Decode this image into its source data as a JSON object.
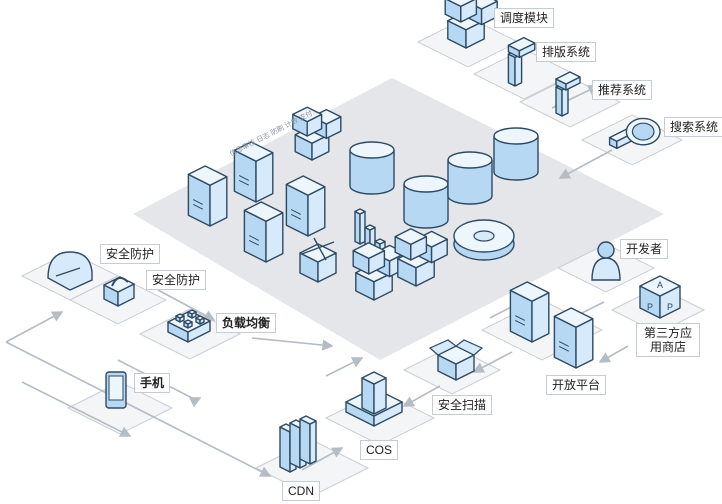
{
  "colors": {
    "outline": "#2d4a63",
    "top": "#eef6fd",
    "left": "#b7d8f3",
    "right": "#d6eafb",
    "platform": "#e4e6e9",
    "tile": "#f4f5f7",
    "tileStroke": "#c9ced4",
    "arrow": "#b4bcc4"
  },
  "caption": "信息审核 日志 防刷 计数 支付…",
  "labels": {
    "scheduling": "调度模块",
    "typesetting": "排版系统",
    "recommend": "推荐系统",
    "search": "搜索系统",
    "security1": "安全防护",
    "security2": "安全防护",
    "loadBalance": "负载均衡",
    "developer": "开发者",
    "thirdParty": "第三方应用商店",
    "openPlatform": "开放平台",
    "mobile": "手机",
    "securityScan": "安全扫描",
    "cos": "COS",
    "cdn": "CDN"
  },
  "nodes": [
    {
      "name": "scheduling-cube-icon",
      "icon": "cube-cluster",
      "label": "scheduling"
    },
    {
      "name": "typesetting-letters-icon",
      "icon": "letters",
      "label": "typesetting"
    },
    {
      "name": "recommend-letters-icon",
      "icon": "letters",
      "label": "recommend"
    },
    {
      "name": "search-magnifier-icon",
      "icon": "magnifier",
      "label": "search"
    },
    {
      "name": "firewall-shield-icon",
      "icon": "shield",
      "label": "security1"
    },
    {
      "name": "security-lock-icon",
      "icon": "lock",
      "label": "security2"
    },
    {
      "name": "load-balancer-icon",
      "icon": "network",
      "label": "loadBalance"
    },
    {
      "name": "developer-person-icon",
      "icon": "person",
      "label": "developer"
    },
    {
      "name": "app-store-cube-icon",
      "icon": "app-cube",
      "label": "thirdParty"
    },
    {
      "name": "open-platform-server-icon",
      "icon": "server",
      "label": "openPlatform"
    },
    {
      "name": "mobile-phone-icon",
      "icon": "phone",
      "label": "mobile"
    },
    {
      "name": "security-scan-box-icon",
      "icon": "box",
      "label": "securityScan"
    },
    {
      "name": "cos-storage-icon",
      "icon": "storage",
      "label": "cos"
    },
    {
      "name": "cdn-server-icon",
      "icon": "cdn",
      "label": "cdn"
    },
    {
      "name": "platform-server-icon",
      "icon": "server"
    },
    {
      "name": "platform-database-icon",
      "icon": "database"
    },
    {
      "name": "platform-gear-icon",
      "icon": "gear"
    },
    {
      "name": "platform-bars-icon",
      "icon": "bars"
    },
    {
      "name": "platform-cube-icon",
      "icon": "cube-cluster"
    },
    {
      "name": "platform-star-node-icon",
      "icon": "star-node"
    }
  ],
  "edges": [
    {
      "name": "edge-search-to-platform",
      "from": "search",
      "to": "platform"
    },
    {
      "name": "edge-platform-to-recommend",
      "from": "platform",
      "to": "recommend"
    },
    {
      "name": "edge-mobile-to-security",
      "from": "mobile",
      "to": "security1"
    },
    {
      "name": "edge-mobile-to-cdn",
      "from": "mobile",
      "to": "cdn"
    },
    {
      "name": "edge-cdn-to-cos",
      "from": "cdn",
      "to": "cos"
    },
    {
      "name": "edge-scan-to-cos",
      "from": "securityScan",
      "to": "cos"
    },
    {
      "name": "edge-open-platform-to-scan",
      "from": "openPlatform",
      "to": "securityScan"
    },
    {
      "name": "edge-security-to-load-balance",
      "from": "security2",
      "to": "loadBalance"
    },
    {
      "name": "edge-load-balance-to-platform",
      "from": "loadBalance",
      "to": "platform"
    },
    {
      "name": "edge-cos-to-platform",
      "from": "cos",
      "to": "platform"
    },
    {
      "name": "edge-developer-to-open-platform",
      "from": "developer",
      "to": "openPlatform"
    },
    {
      "name": "edge-app-store-to-open-platform",
      "from": "thirdParty",
      "to": "openPlatform"
    }
  ]
}
